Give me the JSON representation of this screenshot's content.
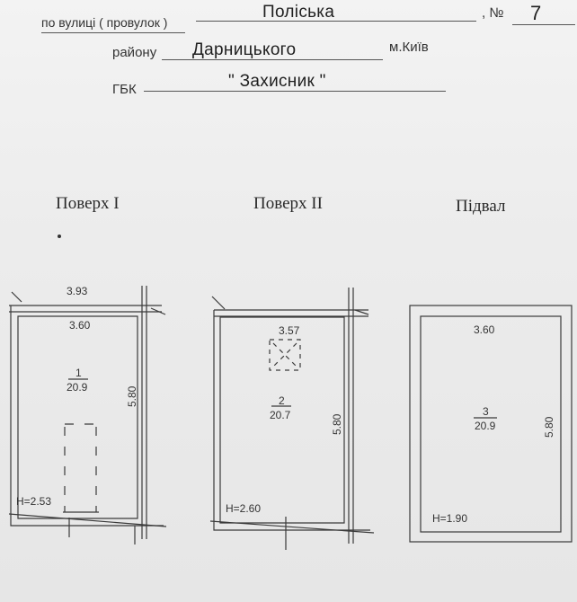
{
  "header": {
    "street_label": "по вулиці ( провулок )",
    "street_value": "Поліська",
    "number_label": ", №",
    "number_value": "7",
    "district_label": "району",
    "district_value": "Дарницького",
    "city": "м.Київ",
    "gbk_label": "ГБК",
    "gbk_value": "\" Захисник \""
  },
  "floors": [
    {
      "title": "Поверх I",
      "outer_width": "3.93",
      "inner_width": "3.60",
      "room_number": "1",
      "room_area": "20.9",
      "length": "5.80",
      "height": "Н=2.53"
    },
    {
      "title": "Поверх II",
      "inner_width": "3.57",
      "room_number": "2",
      "room_area": "20.7",
      "length": "5.80",
      "height": "Н=2.60"
    },
    {
      "title": "Підвал",
      "inner_width": "3.60",
      "room_number": "3",
      "room_area": "20.9",
      "length": "5.80",
      "height": "Н=1.90"
    }
  ]
}
